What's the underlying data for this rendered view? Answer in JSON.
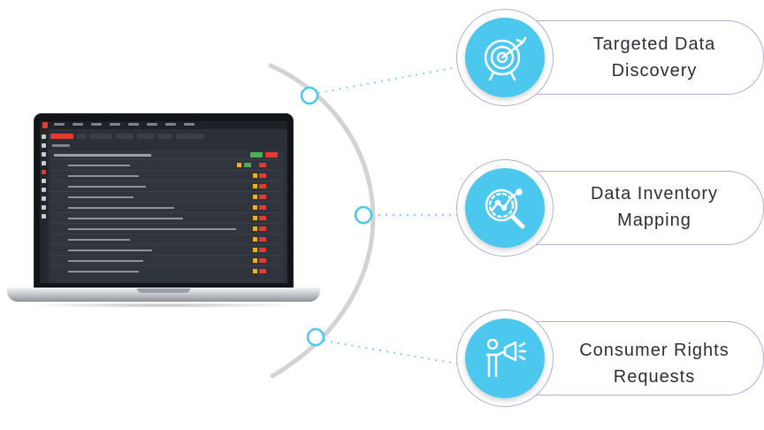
{
  "features": [
    {
      "line1": "Targeted Data",
      "line2": "Discovery",
      "icon": "target-icon"
    },
    {
      "line1": "Data Inventory",
      "line2": "Mapping",
      "icon": "magnifier-chart-icon"
    },
    {
      "line1": "Consumer Rights",
      "line2": "Requests",
      "icon": "megaphone-person-icon"
    }
  ],
  "colors": {
    "accent": "#4cc8ee",
    "pill_border": "#b7acd6",
    "arc": "#d2d3d5",
    "connector": "#7fd3ee",
    "app_red": "#e03c31"
  }
}
